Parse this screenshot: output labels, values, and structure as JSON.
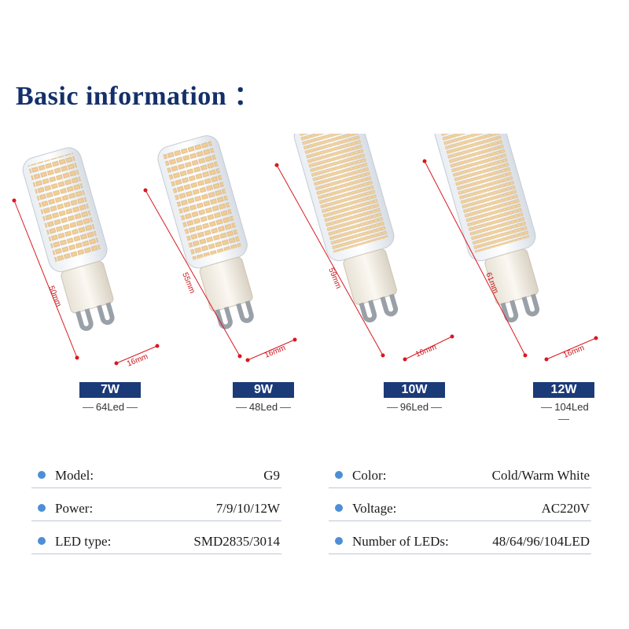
{
  "title": "Basic information ：",
  "bulbs": [
    {
      "watt": "7W",
      "leds": "64Led",
      "height": "50mm",
      "width": "16mm"
    },
    {
      "watt": "9W",
      "leds": "48Led",
      "height": "55mm",
      "width": "16mm"
    },
    {
      "watt": "10W",
      "leds": "96Led",
      "height": "59mm",
      "width": "16mm"
    },
    {
      "watt": "12W",
      "leds": "104Led",
      "height": "61mm",
      "width": "16mm"
    }
  ],
  "specs_left": [
    {
      "label": "Model:",
      "value": "G9"
    },
    {
      "label": "Power:",
      "value": "7/9/10/12W"
    },
    {
      "label": "LED type:",
      "value": "SMD2835/3014"
    }
  ],
  "specs_right": [
    {
      "label": "Color:",
      "value": "Cold/Warm White"
    },
    {
      "label": "Voltage:",
      "value": "AC220V"
    },
    {
      "label": "Number of LEDs:",
      "value": "48/64/96/104LED"
    }
  ],
  "colors": {
    "badge": "#1b3a78",
    "title": "#14306a",
    "dim_line": "#d9181f",
    "bullet": "#4d8fd6"
  }
}
